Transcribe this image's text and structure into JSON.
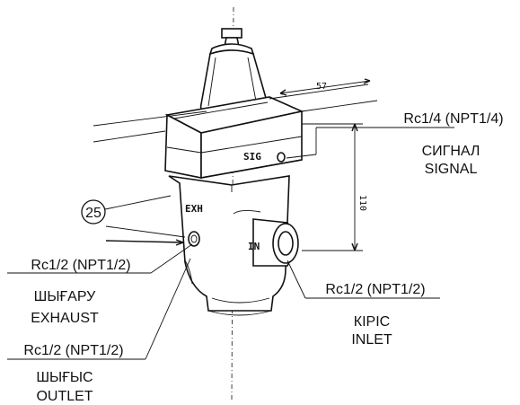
{
  "diagram": {
    "balloon_number": "25",
    "body_marks": {
      "signal": "SIG",
      "exhaust": "EXH",
      "inlet": "IN"
    },
    "dimensions": {
      "width": "57",
      "height": "110"
    },
    "ports": {
      "signal": {
        "size": "Rc1/4 (NPT1/4)",
        "name_kk": "СИГНАЛ",
        "name_en": "SIGNAL"
      },
      "exhaust": {
        "size": "Rc1/2 (NPT1/2)",
        "name_kk": "ШЫҒАРУ",
        "name_en": "EXHAUST"
      },
      "inlet": {
        "size": "Rc1/2 (NPT1/2)",
        "name_kk": "КІРІС",
        "name_en": "INLET"
      },
      "outlet": {
        "size": "Rc1/2 (NPT1/2)",
        "name_kk": "ШЫҒЫС",
        "name_en": "OUTLET"
      }
    }
  }
}
